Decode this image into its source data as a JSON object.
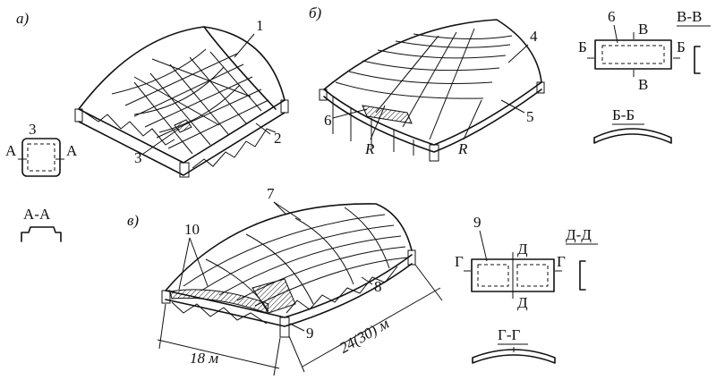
{
  "panels": {
    "a": {
      "tag": "а)"
    },
    "b": {
      "tag": "б)"
    },
    "c": {
      "tag": "в)"
    }
  },
  "callouts": [
    "1",
    "2",
    "3",
    "4",
    "5",
    "6",
    "7",
    "8",
    "9",
    "10"
  ],
  "radius": "R",
  "sections": {
    "aa_marker": "А",
    "aa_title": "А-А",
    "vv_marker": "В",
    "vv_title": "В-В",
    "bb_marker": "Б",
    "bb_title": "Б-Б",
    "dd_marker": "Д",
    "dd_title": "Д-Д",
    "gg_marker": "Г",
    "gg_title": "Г-Г"
  },
  "dimensions": {
    "width": "18 м",
    "length": "24(30) м"
  }
}
